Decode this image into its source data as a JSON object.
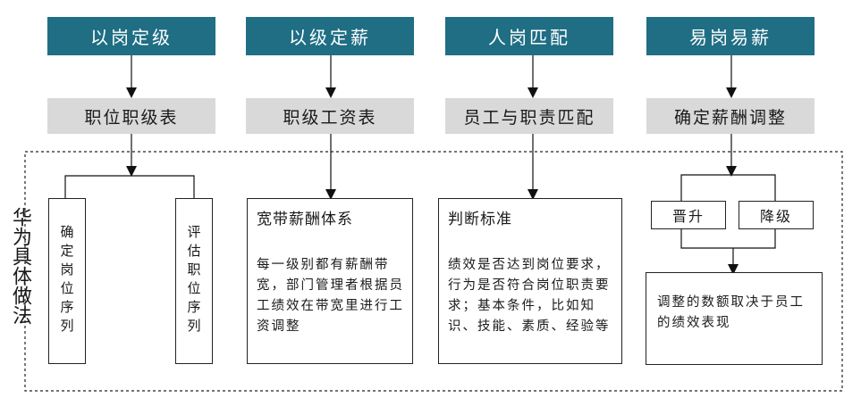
{
  "headers": [
    "以岗定级",
    "以级定薪",
    "人岗匹配",
    "易岗易薪"
  ],
  "subheaders": [
    "职位职级表",
    "职级工资表",
    "员工与职责匹配",
    "确定薪酬调整"
  ],
  "side_label": "华为具体做法",
  "col1": {
    "left_box": "确定岗位序列",
    "right_box": "评估职位序列"
  },
  "col2": {
    "title": "宽带薪酬体系",
    "body": "每一级别都有薪酬带宽，部门管理者根据员工绩效在带宽里进行工资调整"
  },
  "col3": {
    "title": "判断标准",
    "body": "绩效是否达到岗位要求，行为是否符合岗位职责要求；基本条件，比如知识、技能、素质、经验等"
  },
  "col4": {
    "promote": "晋升",
    "demote": "降级",
    "body": "调整的数额取决于员工的绩效表现"
  },
  "colors": {
    "header_bg": "#1f6e84",
    "subheader_bg": "#d9d9d9"
  }
}
